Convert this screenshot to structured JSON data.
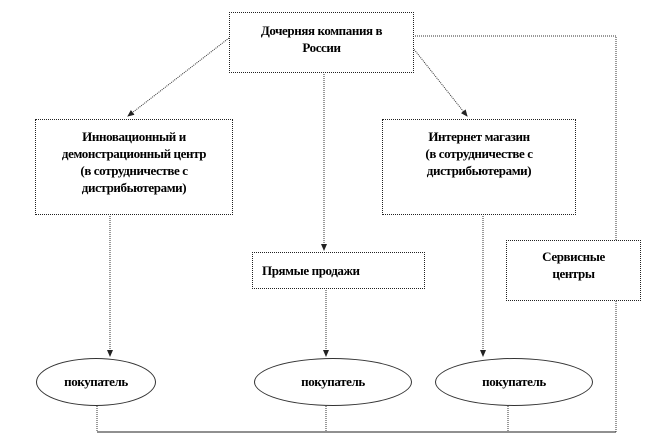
{
  "nodes": {
    "root": "Дочерняя компания в\nРоссии",
    "innovation": "Инновационный и\nдемонстрационный центр\n(в сотрудничестве с\nдистрибьютерами)",
    "online": "Интернет магазин\n(в сотрудничестве с\nдистрибьютерами)",
    "direct": "Прямые продажи",
    "service": "Сервисные\nцентры",
    "buyer1": "покупатель",
    "buyer2": "покупатель",
    "buyer3": "покупатель"
  },
  "colors": {
    "line": "#333333",
    "background": "#ffffff"
  }
}
